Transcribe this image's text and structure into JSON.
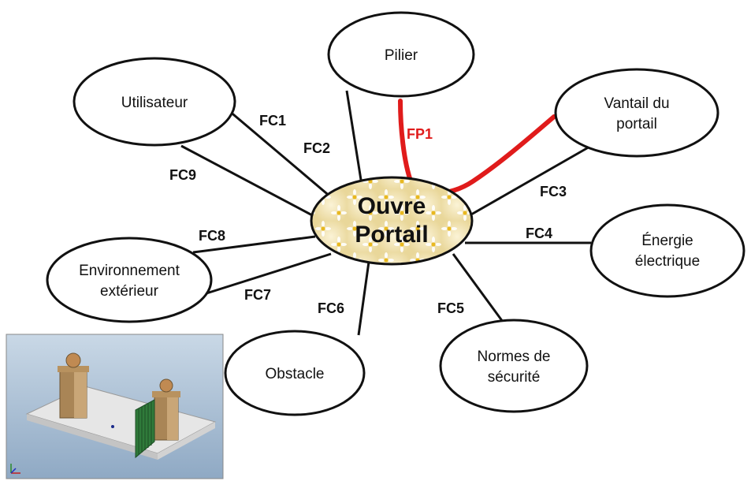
{
  "center": {
    "line1": "Ouvre",
    "line2": "Portail"
  },
  "nodes": {
    "pilier": {
      "lines": [
        "Pilier"
      ]
    },
    "utilisateur": {
      "lines": [
        "Utilisateur"
      ]
    },
    "vantail": {
      "lines": [
        "Vantail du",
        "portail"
      ]
    },
    "energie": {
      "lines": [
        "Énergie",
        "électrique"
      ]
    },
    "environnement": {
      "lines": [
        "Environnement",
        "extérieur"
      ]
    },
    "obstacle": {
      "lines": [
        "Obstacle"
      ]
    },
    "normes": {
      "lines": [
        "Normes de",
        "sécurité"
      ]
    }
  },
  "functions": {
    "fc1": "FC1",
    "fc2": "FC2",
    "fc3": "FC3",
    "fc4": "FC4",
    "fc5": "FC5",
    "fc6": "FC6",
    "fc7": "FC7",
    "fc8": "FC8",
    "fc9": "FC9",
    "fp1": "FP1"
  },
  "colors": {
    "principal_function": "#e01b1b",
    "lines": "#111111",
    "center_fill": "#f3e6b8",
    "model_background": "#a7bdd3",
    "gate": "#2f7a3a",
    "pillar": "#b08a5c"
  },
  "icons": [
    "daisy-texture",
    "3d-gate-model-thumbnail"
  ]
}
